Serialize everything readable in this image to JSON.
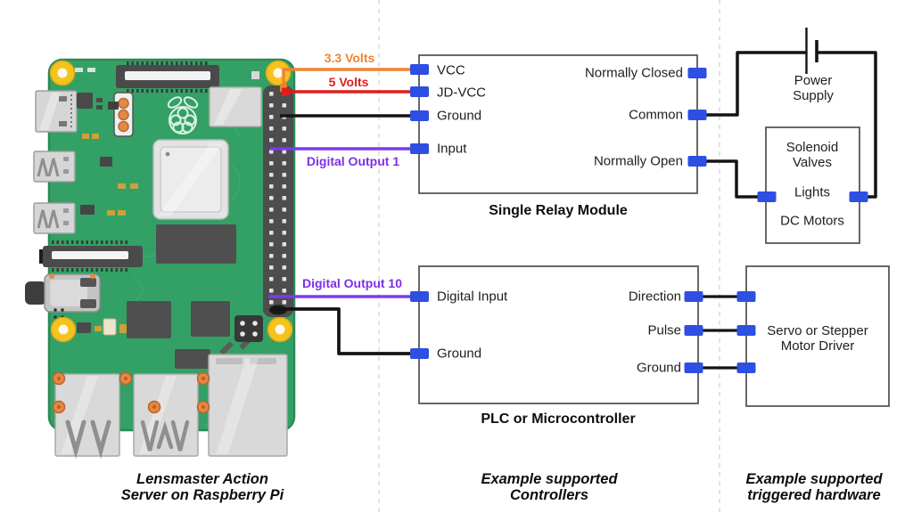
{
  "diagram": {
    "wire_labels": {
      "volts_3v3": "3.3 Volts",
      "volts_5": "5 Volts",
      "digital_output_1": "Digital Output 1",
      "digital_output_10": "Digital Output 10"
    },
    "relay_module": {
      "title": "Single Relay Module",
      "left_ports": [
        "VCC",
        "JD-VCC",
        "Ground",
        "Input"
      ],
      "right_ports": [
        "Normally Closed",
        "Common",
        "Normally Open"
      ]
    },
    "controller": {
      "title": "PLC or Microcontroller",
      "left_ports": [
        "Digital Input",
        "Ground"
      ],
      "right_ports": [
        "Direction",
        "Pulse",
        "Ground"
      ]
    },
    "power_supply": {
      "line1": "Power",
      "line2": "Supply"
    },
    "triggered_hardware": {
      "item1_line1": "Solenoid",
      "item1_line2": "Valves",
      "item2": "Lights",
      "item3": "DC Motors"
    },
    "motor_driver": {
      "line1": "Servo or Stepper",
      "line2": "Motor Driver"
    },
    "captions": {
      "pi_line1": "Lensmaster Action",
      "pi_line2": "Server on Raspberry Pi",
      "controllers_line1": "Example supported",
      "controllers_line2": "Controllers",
      "hardware_line1": "Example supported",
      "hardware_line2": "triggered hardware"
    },
    "colors": {
      "wire_3v3": "#ee8434",
      "wire_5v": "#e31b1b",
      "wire_ground": "#141414",
      "wire_signal": "#7c3aee",
      "connector": "#2d4fe3",
      "board_green": "#33a065",
      "mount_hole": "#f5c31d"
    }
  }
}
